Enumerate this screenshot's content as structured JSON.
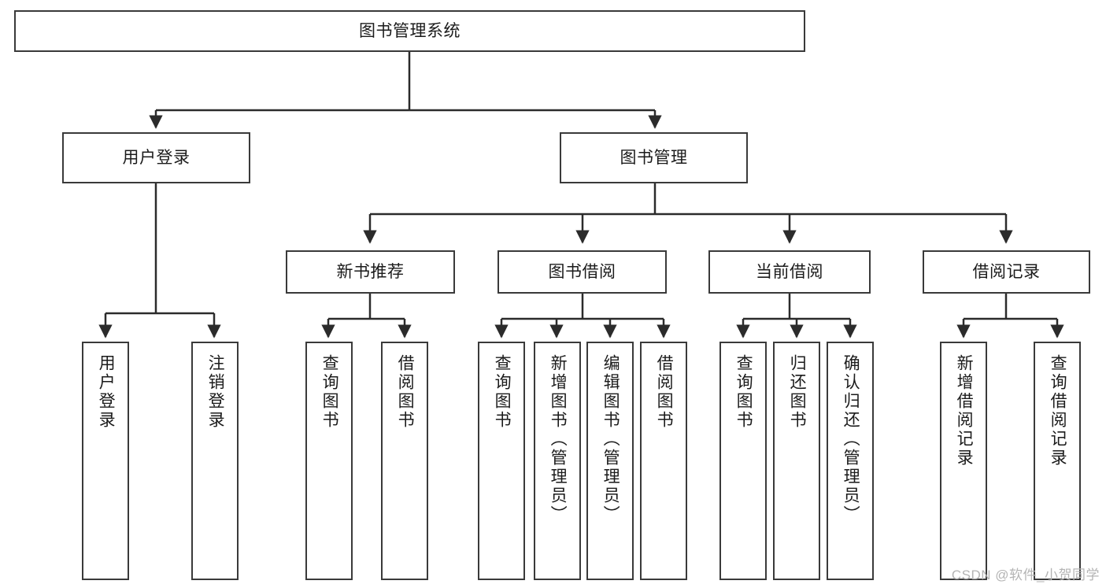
{
  "diagram": {
    "title": "图书管理系统",
    "type": "tree",
    "orientation": "top-down",
    "style": {
      "box_fill": "#ffffff",
      "box_stroke": "#3a3a3a",
      "text_color": "#1b1b1b",
      "edge_color": "#2b2b2b",
      "background": "#ffffff",
      "watermark_color": "#b4b4b4"
    },
    "root": {
      "label": "图书管理系统"
    },
    "level2": [
      {
        "label": "用户登录"
      },
      {
        "label": "图书管理"
      }
    ],
    "level3": [
      {
        "label": "新书推荐"
      },
      {
        "label": "图书借阅"
      },
      {
        "label": "当前借阅"
      },
      {
        "label": "借阅记录"
      }
    ],
    "leaves": {
      "user_login": [
        {
          "label": "用户登录"
        },
        {
          "label": "注销登录"
        }
      ],
      "new_book_recommend": [
        {
          "label": "查询图书"
        },
        {
          "label": "借阅图书"
        }
      ],
      "book_borrow": [
        {
          "label": "查询图书"
        },
        {
          "label": "新增图书（管理员）"
        },
        {
          "label": "编辑图书（管理员）"
        },
        {
          "label": "借阅图书"
        }
      ],
      "current_borrow": [
        {
          "label": "查询图书"
        },
        {
          "label": "归还图书"
        },
        {
          "label": "确认归还（管理员）"
        }
      ],
      "borrow_record": [
        {
          "label": "新增借阅记录"
        },
        {
          "label": "查询借阅记录"
        }
      ]
    }
  },
  "watermark": {
    "text": "CSDN @软件_小贺同学"
  }
}
